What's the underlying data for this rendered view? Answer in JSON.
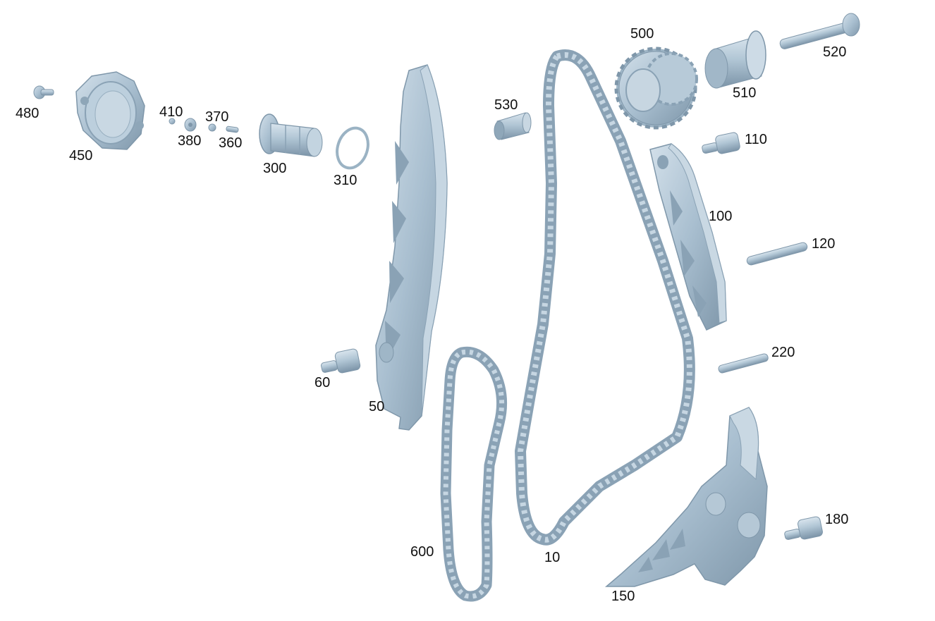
{
  "diagram": {
    "labels": {
      "p480": "480",
      "p450": "450",
      "p410": "410",
      "p370": "370",
      "p380": "380",
      "p360": "360",
      "p300": "300",
      "p310": "310",
      "p50": "50",
      "p60": "60",
      "p530": "530",
      "p500": "500",
      "p510": "510",
      "p520": "520",
      "p110": "110",
      "p100": "100",
      "p120": "120",
      "p220": "220",
      "p10": "10",
      "p600": "600",
      "p150": "150",
      "p180": "180"
    },
    "colors": {
      "part_fill": "#a9bfd0",
      "part_light": "#cddbe6",
      "part_dark": "#7f97aa",
      "label": "#111111",
      "background": "#ffffff"
    }
  }
}
